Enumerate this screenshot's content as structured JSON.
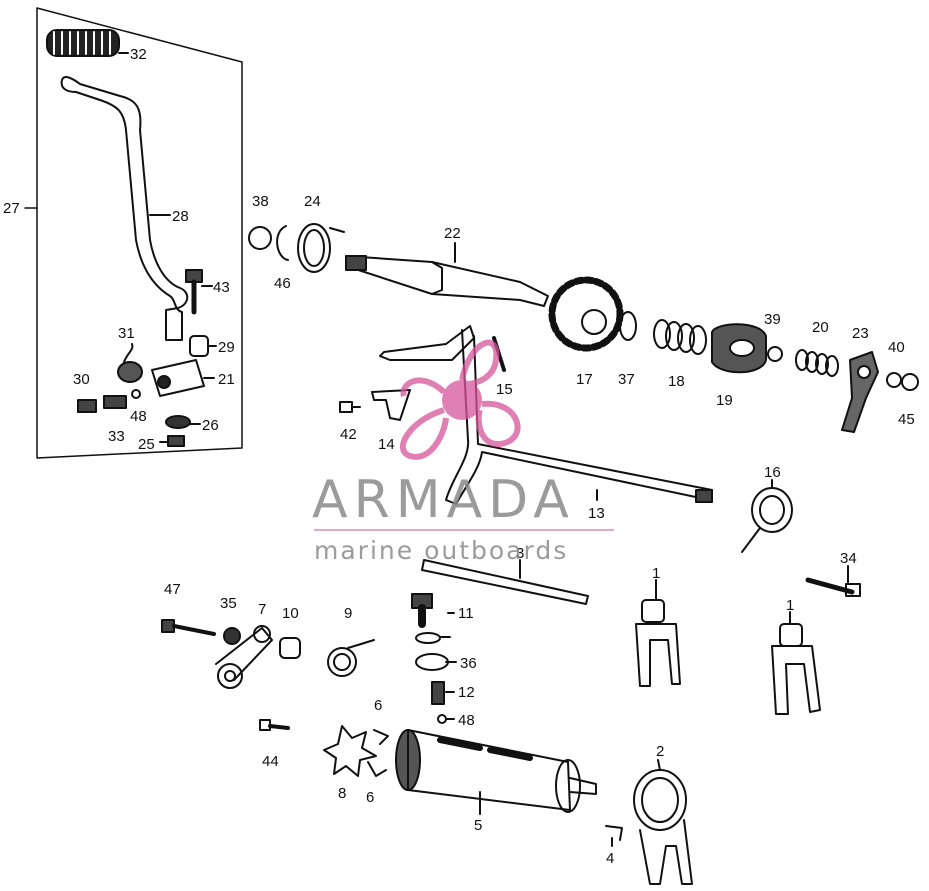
{
  "watermark": {
    "brand": "ARMADA",
    "tagline": "marine outboards",
    "accent_color": "#d6559a",
    "text_color": "#8a8a8a"
  },
  "callouts": {
    "c1a": "1",
    "c1b": "1",
    "c2": "2",
    "c3": "3",
    "c4": "4",
    "c5": "5",
    "c6a": "6",
    "c6b": "6",
    "c7": "7",
    "c8": "8",
    "c9": "9",
    "c10": "10",
    "c11": "11",
    "c12": "12",
    "c13": "13",
    "c14": "14",
    "c15": "15",
    "c16": "16",
    "c17": "17",
    "c18": "18",
    "c19": "19",
    "c20": "20",
    "c21": "21",
    "c22": "22",
    "c23": "23",
    "c24": "24",
    "c25": "25",
    "c26": "26",
    "c27": "27",
    "c28": "28",
    "c29": "29",
    "c30": "30",
    "c31": "31",
    "c32": "32",
    "c33": "33",
    "c34": "34",
    "c35": "35",
    "c36": "36",
    "c37": "37",
    "c38": "38",
    "c39": "39",
    "c40": "40",
    "c42": "42",
    "c43": "43",
    "c44": "44",
    "c45": "45",
    "c46": "46",
    "c47": "47",
    "c48a": "48",
    "c48b": "48"
  }
}
